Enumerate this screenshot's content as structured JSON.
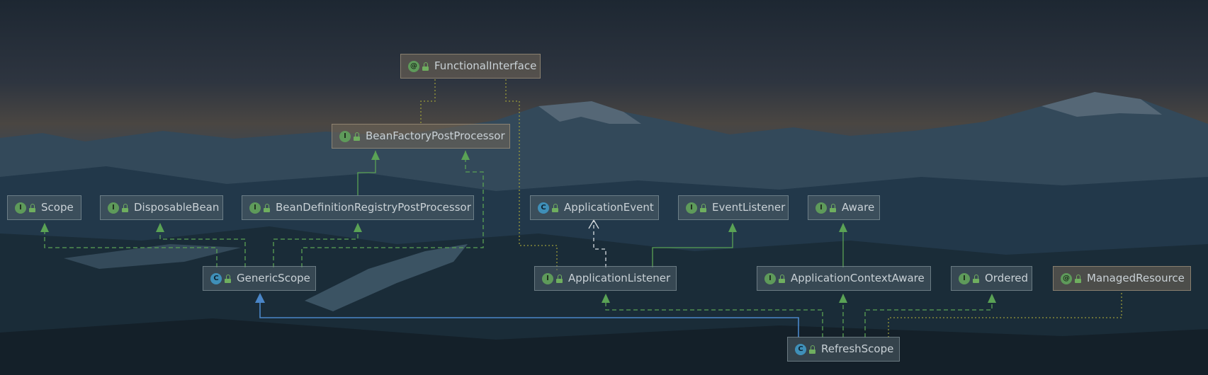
{
  "diagram": {
    "nodes": [
      {
        "id": "FunctionalInterface",
        "kind": "A",
        "badge": "@",
        "label": "FunctionalInterface"
      },
      {
        "id": "BeanFactoryPostProcessor",
        "kind": "I",
        "badge": "I",
        "label": "BeanFactoryPostProcessor"
      },
      {
        "id": "Scope",
        "kind": "I",
        "badge": "I",
        "label": "Scope"
      },
      {
        "id": "DisposableBean",
        "kind": "I",
        "badge": "I",
        "label": "DisposableBean"
      },
      {
        "id": "BeanDefinitionRegistryPostProcessor",
        "kind": "I",
        "badge": "I",
        "label": "BeanDefinitionRegistryPostProcessor"
      },
      {
        "id": "ApplicationEvent",
        "kind": "C",
        "badge": "C",
        "label": "ApplicationEvent"
      },
      {
        "id": "EventListener",
        "kind": "I",
        "badge": "I",
        "label": "EventListener"
      },
      {
        "id": "Aware",
        "kind": "I",
        "badge": "I",
        "label": "Aware"
      },
      {
        "id": "GenericScope",
        "kind": "C",
        "badge": "C",
        "label": "GenericScope"
      },
      {
        "id": "ApplicationListener",
        "kind": "I",
        "badge": "I",
        "label": "ApplicationListener"
      },
      {
        "id": "ApplicationContextAware",
        "kind": "I",
        "badge": "I",
        "label": "ApplicationContextAware"
      },
      {
        "id": "Ordered",
        "kind": "I",
        "badge": "I",
        "label": "Ordered"
      },
      {
        "id": "ManagedResource",
        "kind": "A",
        "badge": "@",
        "label": "ManagedResource"
      },
      {
        "id": "RefreshScope",
        "kind": "C",
        "badge": "C",
        "label": "RefreshScope"
      }
    ],
    "edges": [
      {
        "from": "BeanDefinitionRegistryPostProcessor",
        "to": "BeanFactoryPostProcessor",
        "type": "extends"
      },
      {
        "from": "GenericScope",
        "to": "Scope",
        "type": "implements"
      },
      {
        "from": "GenericScope",
        "to": "DisposableBean",
        "type": "implements"
      },
      {
        "from": "GenericScope",
        "to": "BeanDefinitionRegistryPostProcessor",
        "type": "implements"
      },
      {
        "from": "GenericScope",
        "to": "BeanFactoryPostProcessor",
        "type": "implements"
      },
      {
        "from": "ApplicationListener",
        "to": "ApplicationEvent",
        "type": "dependency"
      },
      {
        "from": "ApplicationListener",
        "to": "EventListener",
        "type": "extends"
      },
      {
        "from": "ApplicationContextAware",
        "to": "Aware",
        "type": "extends"
      },
      {
        "from": "RefreshScope",
        "to": "GenericScope",
        "type": "inherits"
      },
      {
        "from": "RefreshScope",
        "to": "ApplicationListener",
        "type": "implements"
      },
      {
        "from": "RefreshScope",
        "to": "ApplicationContextAware",
        "type": "implements"
      },
      {
        "from": "RefreshScope",
        "to": "Ordered",
        "type": "implements"
      },
      {
        "from": "RefreshScope",
        "to": "ManagedResource",
        "type": "annotation"
      },
      {
        "from": "BeanFactoryPostProcessor",
        "to": "FunctionalInterface",
        "type": "annotation"
      },
      {
        "from": "ApplicationListener",
        "to": "FunctionalInterface",
        "type": "annotation"
      }
    ],
    "colors": {
      "inherits": "#4a86c8",
      "implements": "#5aa255",
      "annotation": "#9a9a3a",
      "dependency": "#d8dde0"
    }
  }
}
